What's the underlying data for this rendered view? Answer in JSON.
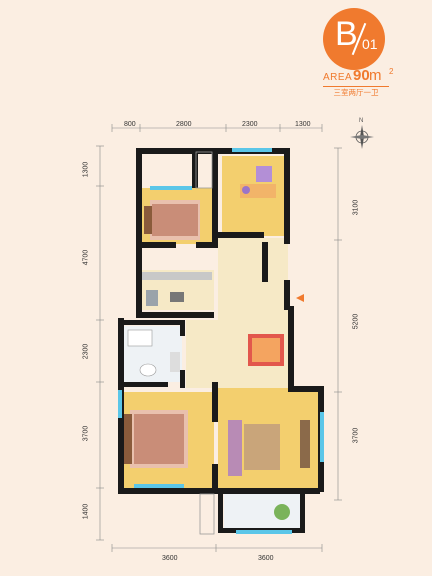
{
  "badge": {
    "letter": "B",
    "number": "01",
    "color": "#f07a2e"
  },
  "area": {
    "label": "AREA",
    "value": "90",
    "unit": "m",
    "sup": "2",
    "subtitle": "三室两厅一卫"
  },
  "compass": {
    "north": "N",
    "icon": "compass-icon"
  },
  "dimensions": {
    "top": [
      "800",
      "2800",
      "2300",
      "1300"
    ],
    "bottom": [
      "3600",
      "3600"
    ],
    "left": [
      "1300",
      "4700",
      "2300",
      "3700",
      "1400"
    ],
    "right": [
      "3100",
      "5200",
      "3700"
    ]
  },
  "colors": {
    "wall": "#1a1a1a",
    "floor_wood": "#f3cf6e",
    "floor_tile": "#f6e9c6",
    "accent": "#f07a2e",
    "window": "#5bc6e8"
  }
}
